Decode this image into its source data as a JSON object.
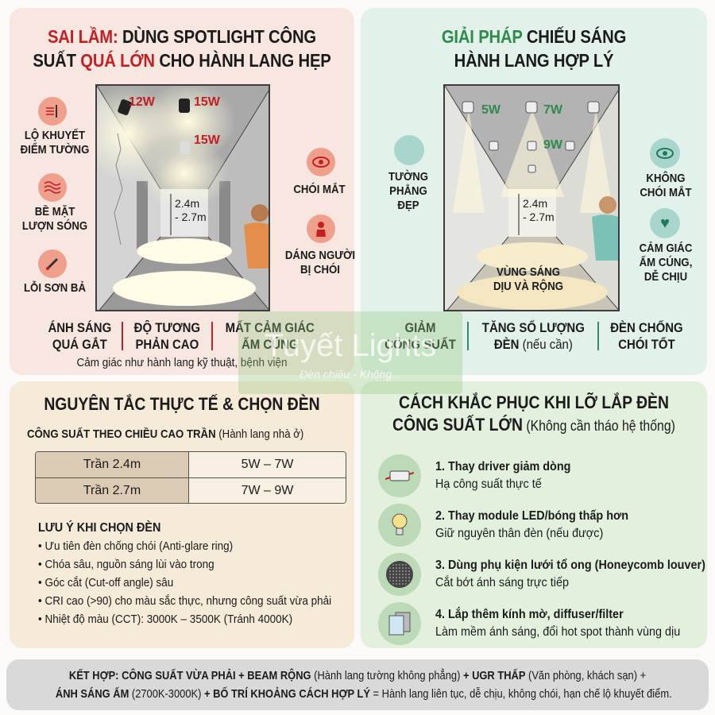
{
  "wrong_panel": {
    "title_highlight_1": "SAI LẦM:",
    "title_rest_1": " DÙNG SPOTLIGHT CÔNG",
    "title_rest_2a": "SUẤT ",
    "title_highlight_2": "QUÁ LỚN",
    "title_rest_2b": " CHO HÀNH LANG HẸP",
    "wattages": [
      "12W",
      "15W",
      "15W"
    ],
    "height_label_1": "2.4m",
    "height_label_2": "- 2.7m",
    "left_labels": [
      {
        "icon": "cracked-wall-icon",
        "line1": "LỘ KHUYẾT",
        "line2": "ĐIỂM TƯỜNG"
      },
      {
        "icon": "wavy-surface-icon",
        "line1": "BỀ MẶT",
        "line2": "LƯỢN SÓNG"
      },
      {
        "icon": "paint-knife-icon",
        "line1": "LỖI SƠN BẢ",
        "line2": ""
      }
    ],
    "right_labels": [
      {
        "icon": "eye-glare-icon",
        "line1": "CHÓI MẮT",
        "line2": ""
      },
      {
        "icon": "person-glare-icon",
        "line1": "DÁNG NGƯỜI",
        "line2": "BỊ CHÓI"
      }
    ],
    "bottom": [
      {
        "line1": "ÁNH SÁNG",
        "line2": "QUÁ GẮT"
      },
      {
        "line1": "ĐỘ TƯƠNG",
        "line2": "PHẢN CAO"
      },
      {
        "line1": "MẤT CẢM GIÁC",
        "line2": "ẤM CÚNG"
      }
    ],
    "caption": "Cảm giác như hành lang kỹ thuật, bệnh viện",
    "accent": "#c41f22"
  },
  "solution_panel": {
    "title_highlight": "GIẢI PHÁP",
    "title_rest_1": " CHIẾU SÁNG",
    "title_line_2": "HÀNH LANG HỢP LÝ",
    "wattages": [
      "5W",
      "7W",
      "9W"
    ],
    "height_label_1": "2.4m",
    "height_label_2": "- 2.7m",
    "floor_label_1": "VÙNG SÁNG",
    "floor_label_2": "DỊU VÀ RỘNG",
    "left_label": {
      "line1": "TƯỜNG",
      "line2": "PHẲNG",
      "line3": "ĐẸP"
    },
    "right_labels": [
      {
        "icon": "eye-comfort-icon",
        "line1": "KHÔNG",
        "line2": "CHÓI MẮT"
      },
      {
        "icon": "heart-icon",
        "line1": "CẢM GIÁC",
        "line2": "ẤM CÚNG,",
        "line3": "DỄ CHỊU"
      }
    ],
    "bottom": [
      {
        "line1": "GIẢM",
        "line2": "CÔNG SUẤT",
        "sub": ""
      },
      {
        "line1": "TĂNG SỐ LƯỢNG",
        "line2": "ĐÈN",
        "sub": " (nếu cần)"
      },
      {
        "line1": "ĐÈN CHỐNG",
        "line2": "CHÓI TỐT",
        "sub": ""
      }
    ],
    "accent": "#2e8b4c"
  },
  "rules_panel": {
    "title": "NGUYÊN TẮC THỰC TẾ & CHỌN ĐÈN",
    "table_heading": "CÔNG SUẤT THEO CHIỀU CAO TRẦN",
    "table_heading_note": " (Hành lang nhà ở)",
    "table_rows": [
      {
        "ceiling": "Trần 2.4m",
        "power": "5W – 7W"
      },
      {
        "ceiling": "Trần 2.7m",
        "power": "7W – 9W"
      }
    ],
    "notes_heading": "LƯU Ý KHI CHỌN ĐÈN",
    "notes": [
      "Ưu tiên đèn chống chói (Anti-glare ring)",
      "Chóa sâu, nguồn sáng lùi vào trong",
      "Góc cắt (Cut-off angle) sâu",
      "CRI cao (>90) cho màu sắc thực, nhưng công suất vừa phải",
      "Nhiệt độ màu (CCT): 3000K – 3500K (Tránh 4000K)"
    ]
  },
  "fix_panel": {
    "title_1": "CÁCH KHẮC PHỤC KHI LỠ LẮP ĐÈN",
    "title_2": "CÔNG SUẤT LỚN",
    "title_note": " (Không cần tháo hệ thống)",
    "items": [
      {
        "icon": "led-driver-icon",
        "title": "1. Thay driver giảm dòng",
        "desc": "Hạ công suất thực tế"
      },
      {
        "icon": "light-bulb-icon",
        "title": "2. Thay module LED/bóng thấp hơn",
        "desc": "Giữ nguyên thân đèn (nếu được)"
      },
      {
        "icon": "honeycomb-louver-icon",
        "title": "3. Dùng phụ kiện lưới tổ ong (Honeycomb louver)",
        "desc": "Cắt bớt ánh sáng trực tiếp"
      },
      {
        "icon": "diffuser-glass-icon",
        "title": "4. Lắp thêm kính mờ, diffuser/filter",
        "desc": "Làm mềm ánh sáng, đổi hot spot thành vùng dịu"
      }
    ]
  },
  "summary": {
    "b1": "KẾT HỢP: CÔNG SUẤT VỪA PHẢI + BEAM RỘNG",
    "n1": " (Hành lang tường không phẳng) ",
    "b2": "+ UGR THẤP",
    "n2": " (Văn phòng, khách sạn) +",
    "b3": "ÁNH SÁNG ẤM",
    "n3": " (2700K-3000K) ",
    "b4": "+ BỐ TRÍ KHOẢNG CÁCH HỢP LÝ",
    "n4": " = Hành lang liên tục, dễ chịu, không chói, hạn chế lộ khuyết điểm."
  },
  "watermark": {
    "brand": "Tuyết Lights",
    "tagline": "Đèn chiếu - Không..."
  }
}
